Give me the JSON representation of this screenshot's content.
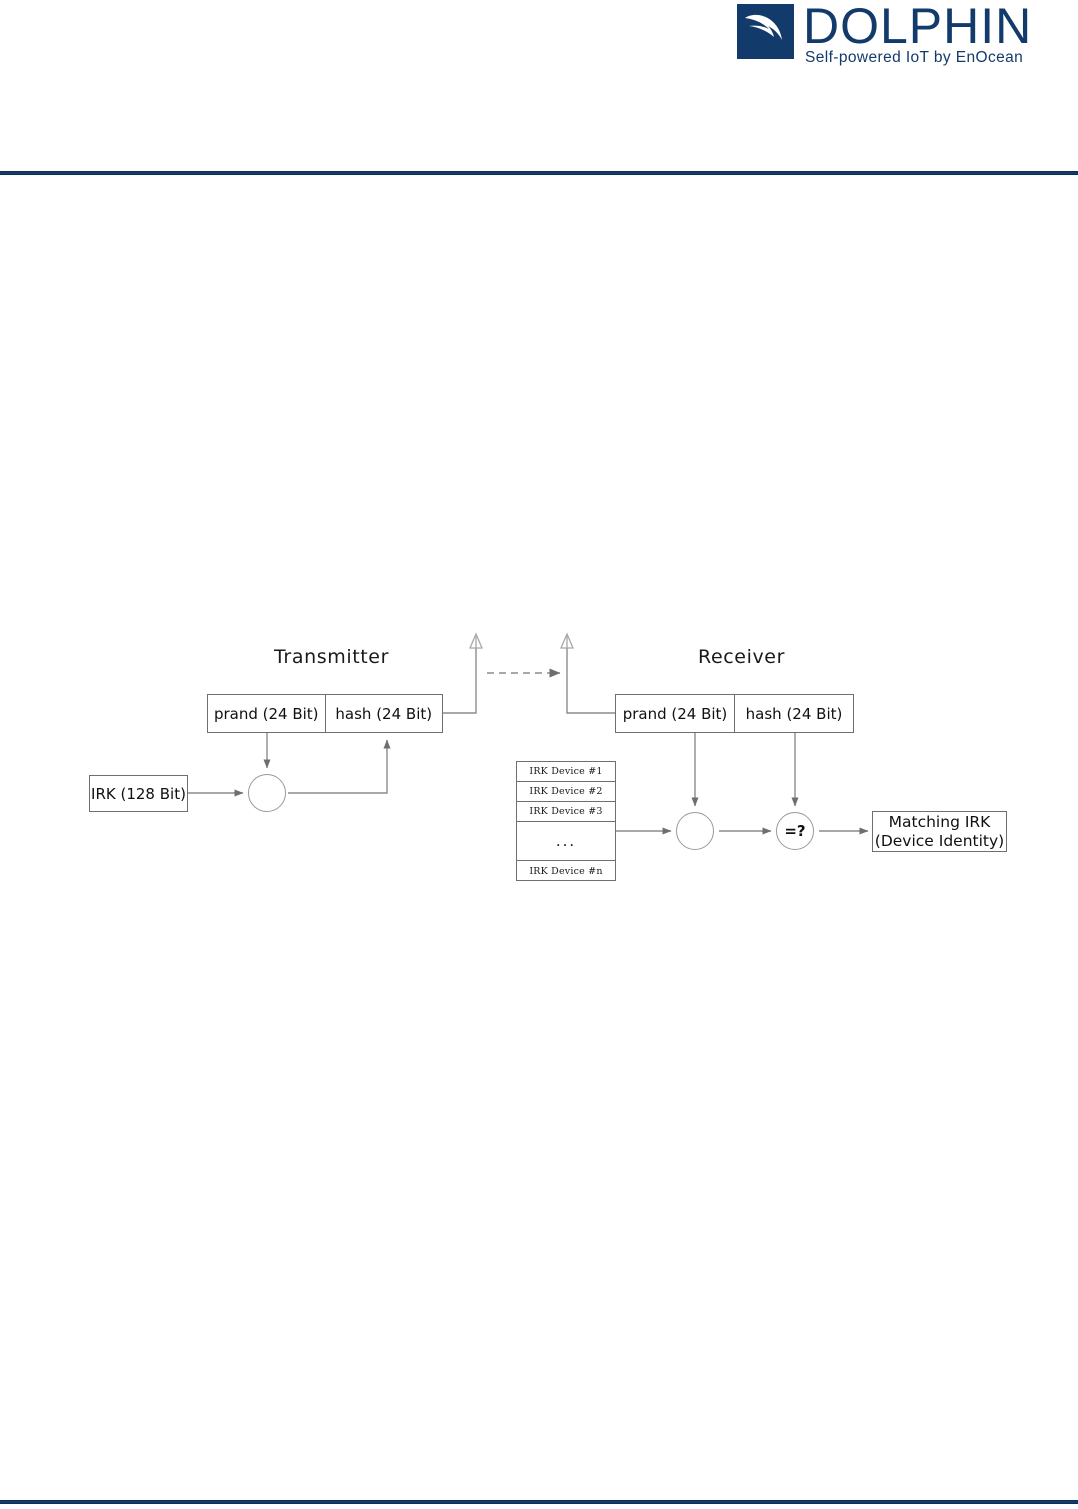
{
  "brand": {
    "name": "DOLPHIN",
    "tagline": "Self-powered IoT by EnOcean",
    "navy": "#123A6B",
    "logo_icon": "dolphin-icon"
  },
  "rules": {
    "color": "#123A6B"
  },
  "figure": {
    "transmitter": {
      "title": "Transmitter",
      "packet": {
        "prand": "prand (24 Bit)",
        "hash": "hash (24 Bit)"
      },
      "irk_source": "IRK (128 Bit)",
      "xor_operator": "xor-icon",
      "antenna": "antenna-icon"
    },
    "link": {
      "style": "dashed-arrow",
      "direction": "left-to-right"
    },
    "receiver": {
      "title": "Receiver",
      "packet": {
        "prand": "prand (24 Bit)",
        "hash": "hash (24 Bit)"
      },
      "device_list": [
        "IRK Device #1",
        "IRK Device #2",
        "IRK Device #3",
        "...",
        "IRK Device #n"
      ],
      "xor_operator": "xor-icon",
      "compare_operator": "=?",
      "result": {
        "line1": "Matching IRK",
        "line2": "(Device Identity)"
      },
      "antenna": "antenna-icon"
    },
    "line_color": "#8c8c8c"
  }
}
